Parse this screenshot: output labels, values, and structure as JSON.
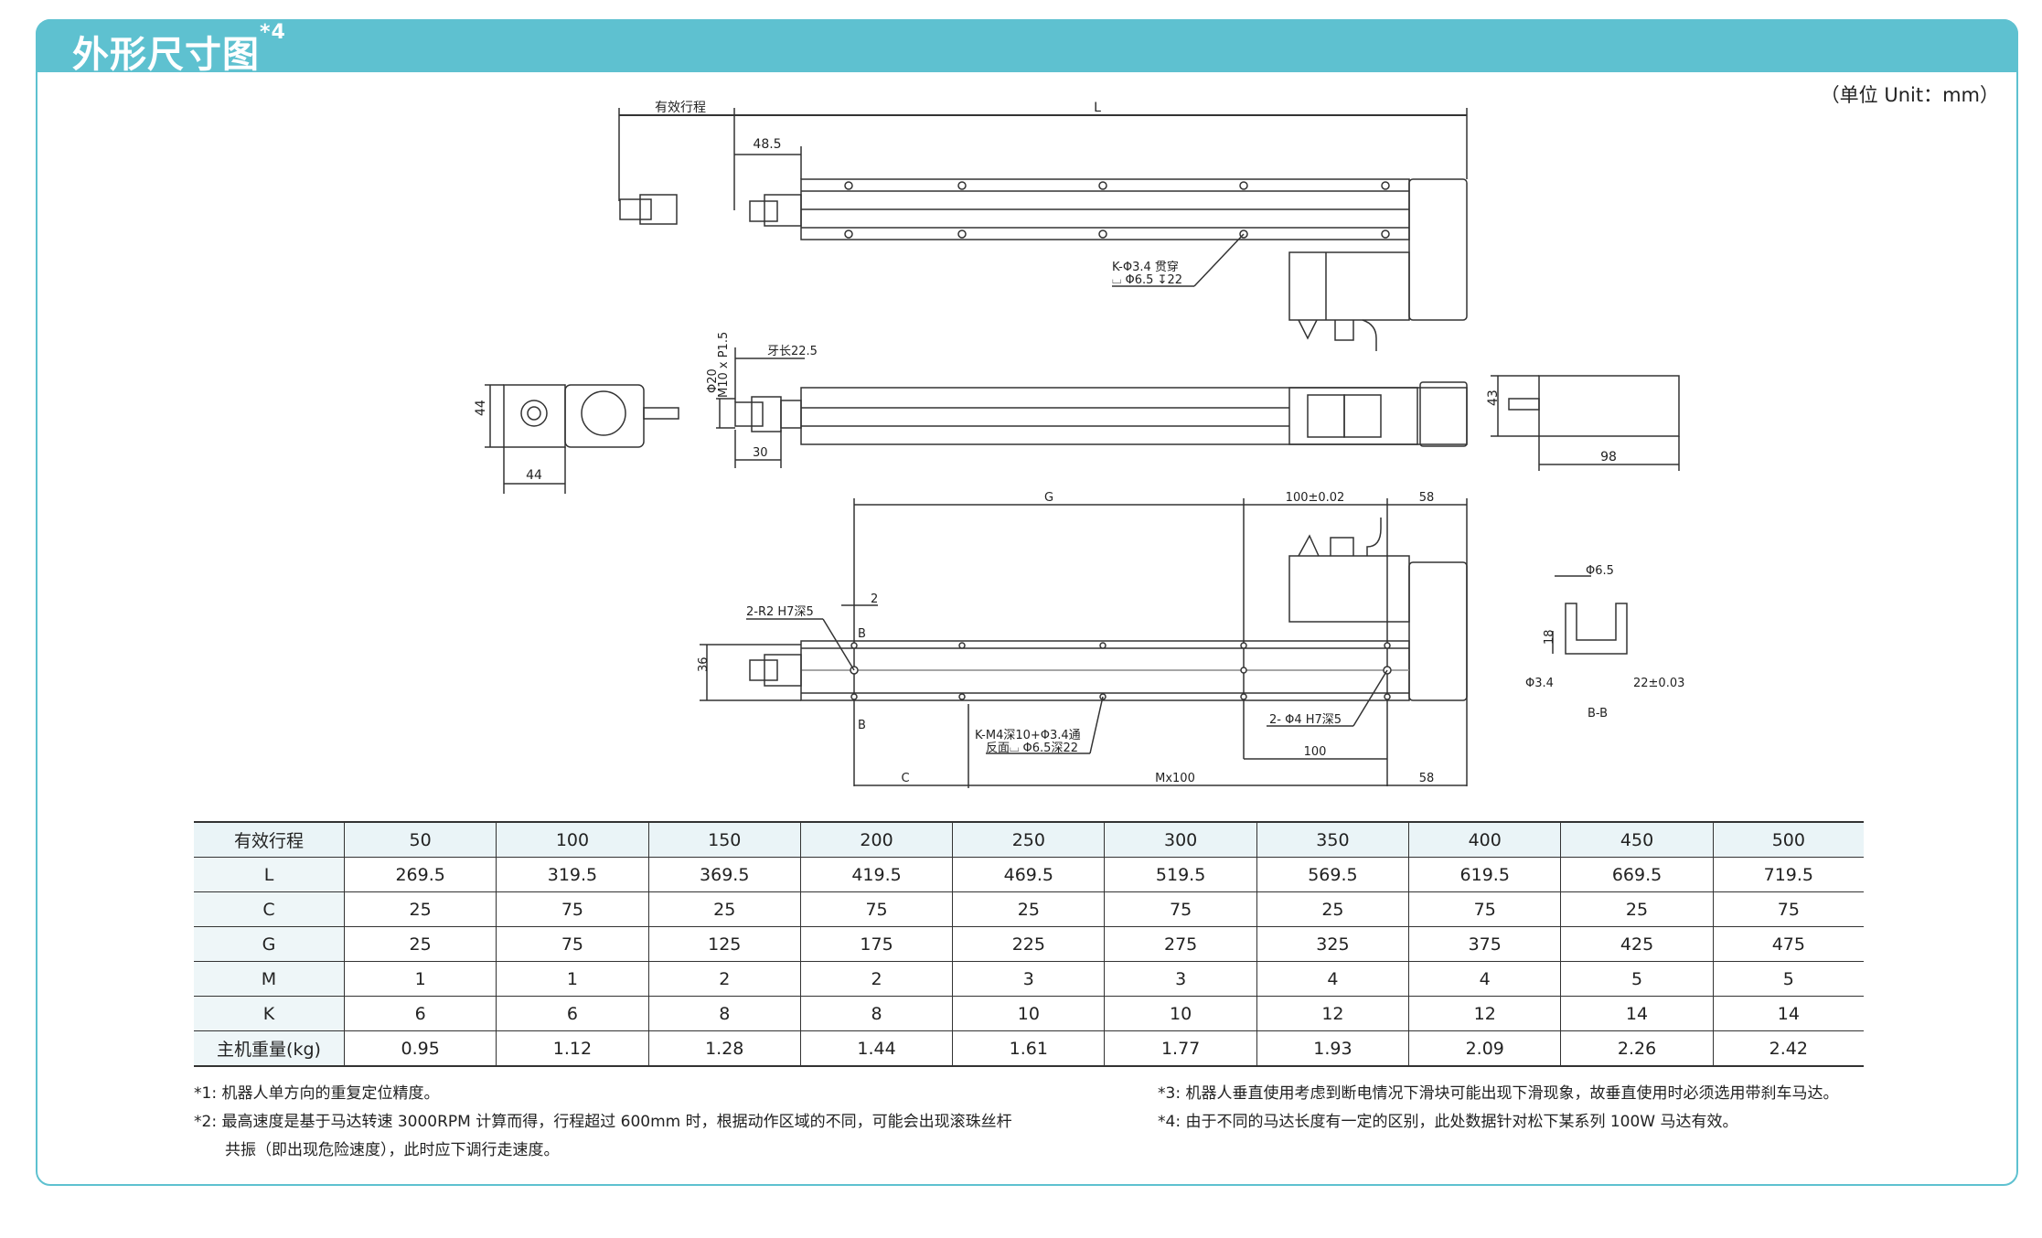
{
  "header": {
    "title": "外形尺寸图",
    "title_sup": "*4",
    "unit": "（单位 Unit：mm）"
  },
  "colors": {
    "accent": "#5ec1d0"
  },
  "drawing": {
    "top_view": {
      "stroke_label": "有效行程",
      "L": "L",
      "dim_48_5": "48.5",
      "hole_note_1": "K-Φ3.4 贯穿",
      "hole_note_2": "⌴ Φ6.5 ↧22"
    },
    "side_view": {
      "dia20": "Φ20",
      "thread": "M10 x P1.5",
      "thread_len": "牙长22.5",
      "dim_30": "30",
      "dim_44_v": "44",
      "dim_44_h": "44",
      "dim_43": "43",
      "dim_98": "98"
    },
    "bottom_view": {
      "G": "G",
      "dim_100_tol": "100±0.02",
      "dim_58_top": "58",
      "dim_2": "2",
      "pin_note": "2-R2 H7深5",
      "B_top": "B",
      "B_bottom": "B",
      "dim_36": "36",
      "tap_note_1": "K-M4深10+Φ3.4通",
      "tap_note_2": "反面⌴ Φ6.5深22",
      "pin_note_2": "2- Φ4 H7深5",
      "dim_100": "100",
      "C": "C",
      "Mx100": "Mx100",
      "dim_58_bottom": "58"
    },
    "section": {
      "dia65": "Φ6.5",
      "dim_18": "18",
      "dia34": "Φ3.4",
      "dim_22": "22±0.03",
      "label": "B-B"
    }
  },
  "table": {
    "rows": [
      [
        "有效行程",
        "50",
        "100",
        "150",
        "200",
        "250",
        "300",
        "350",
        "400",
        "450",
        "500"
      ],
      [
        "L",
        "269.5",
        "319.5",
        "369.5",
        "419.5",
        "469.5",
        "519.5",
        "569.5",
        "619.5",
        "669.5",
        "719.5"
      ],
      [
        "C",
        "25",
        "75",
        "25",
        "75",
        "25",
        "75",
        "25",
        "75",
        "25",
        "75"
      ],
      [
        "G",
        "25",
        "75",
        "125",
        "175",
        "225",
        "275",
        "325",
        "375",
        "425",
        "475"
      ],
      [
        "M",
        "1",
        "1",
        "2",
        "2",
        "3",
        "3",
        "4",
        "4",
        "5",
        "5"
      ],
      [
        "K",
        "6",
        "6",
        "8",
        "8",
        "10",
        "10",
        "12",
        "12",
        "14",
        "14"
      ],
      [
        "主机重量(kg)",
        "0.95",
        "1.12",
        "1.28",
        "1.44",
        "1.61",
        "1.77",
        "1.93",
        "2.09",
        "2.26",
        "2.42"
      ]
    ]
  },
  "notes": {
    "n1": "*1:  机器人单方向的重复定位精度。",
    "n2a": "*2:  最高速度是基于马达转速 3000RPM 计算而得，行程超过 600mm 时，根据动作区域的不同，可能会出现滚珠丝杆",
    "n2b": "共振（即出现危险速度），此时应下调行走速度。",
    "n3": "*3:  机器人垂直使用考虑到断电情况下滑块可能出现下滑现象，故垂直使用时必须选用带刹车马达。",
    "n4": "*4:  由于不同的马达长度有一定的区别，此处数据针对松下某系列 100W 马达有效。"
  }
}
